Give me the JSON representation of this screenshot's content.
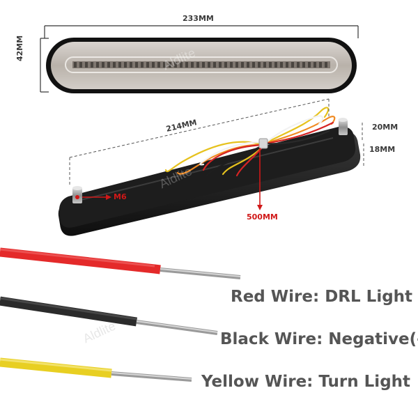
{
  "dimensions": {
    "length_top": "233MM",
    "height_side": "42MM",
    "length_bottom": "214MM",
    "depth_1": "20MM",
    "depth_2": "18MM",
    "bolt": "M6",
    "cable_length": "500MM"
  },
  "wires": [
    {
      "label": "Red Wire:",
      "function": "DRL Light",
      "color": "#e42a2a"
    },
    {
      "label": "Black Wire:",
      "function": "Negative(-)",
      "color": "#2b2b2b"
    },
    {
      "label": "Yellow Wire:",
      "function": "Turn Light",
      "color": "#e8cf22"
    }
  ],
  "watermark": "Aldlite",
  "colors": {
    "annotation_red": "#d01818",
    "bezel": "#151515",
    "lens": "#c9c4be"
  }
}
